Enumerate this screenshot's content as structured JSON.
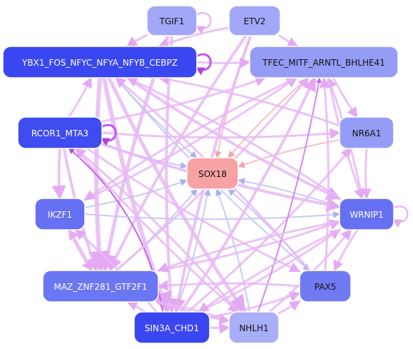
{
  "colors": {
    "edge_default": "#e8b8f5",
    "edge_blue": "#c3c8f5",
    "edge_salmon": "#f7bdbd",
    "edge_purple": "#c258ec",
    "edge_magenta": "#d07ff0",
    "label_light": "#ffffff",
    "label_dark": "#111111"
  },
  "network": {
    "nodes": [
      {
        "id": "TGIF1",
        "label": "TGIF1",
        "fill": "#a2a8f7",
        "text": "dark"
      },
      {
        "id": "ETV2",
        "label": "ETV2",
        "fill": "#a2a8f7",
        "text": "dark"
      },
      {
        "id": "YBX1",
        "label": "YBX1_FOS_NFYC_NFYA_NFYB_CEBPZ",
        "fill": "#3a47f0",
        "text": "light"
      },
      {
        "id": "TFEC",
        "label": "TFEC_MITF_ARNTL_BHLHE41",
        "fill": "#959cf6",
        "text": "dark"
      },
      {
        "id": "RCOR1",
        "label": "RCOR1_MTA3",
        "fill": "#3f4cf0",
        "text": "light"
      },
      {
        "id": "NR6A1",
        "label": "NR6A1",
        "fill": "#959cf6",
        "text": "dark"
      },
      {
        "id": "SOX18",
        "label": "SOX18",
        "fill": "#f7a3a3",
        "text": "dark"
      },
      {
        "id": "IKZF1",
        "label": "IKZF1",
        "fill": "#6570f3",
        "text": "light"
      },
      {
        "id": "WRNIP1",
        "label": "WRNIP1",
        "fill": "#6570f3",
        "text": "light"
      },
      {
        "id": "MAZ",
        "label": "MAZ_ZNF281_GTF2F1",
        "fill": "#6b76f3",
        "text": "light"
      },
      {
        "id": "PAX5",
        "label": "PAX5",
        "fill": "#6f7af3",
        "text": "dark"
      },
      {
        "id": "SIN3A",
        "label": "SIN3A_CHD1",
        "fill": "#3a47f0",
        "text": "light"
      },
      {
        "id": "NHLH1",
        "label": "NHLH1",
        "fill": "#a8aef7",
        "text": "dark"
      }
    ],
    "edges": [
      {
        "from": "ETV2",
        "to": "SOX18",
        "color": "salmon",
        "w": 2
      },
      {
        "from": "TFEC",
        "to": "SOX18",
        "color": "salmon",
        "w": 2
      },
      {
        "from": "NR6A1",
        "to": "SOX18",
        "color": "salmon",
        "w": 2
      },
      {
        "from": "YBX1",
        "to": "SOX18",
        "color": "blue",
        "w": 2
      },
      {
        "from": "RCOR1",
        "to": "SOX18",
        "color": "blue",
        "w": 2
      },
      {
        "from": "IKZF1",
        "to": "SOX18",
        "color": "blue",
        "w": 2
      },
      {
        "from": "WRNIP1",
        "to": "SOX18",
        "color": "blue",
        "w": 2
      },
      {
        "from": "PAX5",
        "to": "SOX18",
        "color": "blue",
        "w": 2
      },
      {
        "from": "SIN3A",
        "to": "SOX18",
        "color": "blue",
        "w": 2
      },
      {
        "from": "NHLH1",
        "to": "SOX18",
        "color": "blue",
        "w": 2
      },
      {
        "from": "MAZ",
        "to": "SOX18",
        "color": "blue",
        "w": 2
      },
      {
        "from": "TGIF1",
        "to": "MAZ",
        "color": "default",
        "w": 5
      },
      {
        "from": "TGIF1",
        "to": "SIN3A",
        "color": "default",
        "w": 4
      },
      {
        "from": "TGIF1",
        "to": "YBX1",
        "color": "default",
        "w": 3
      },
      {
        "from": "ETV2",
        "to": "YBX1",
        "color": "default",
        "w": 3
      },
      {
        "from": "ETV2",
        "to": "MAZ",
        "color": "default",
        "w": 4
      },
      {
        "from": "ETV2",
        "to": "SIN3A",
        "color": "default",
        "w": 4
      },
      {
        "from": "ETV2",
        "to": "TFEC",
        "color": "default",
        "w": 3
      },
      {
        "from": "YBX1",
        "to": "TFEC",
        "color": "default",
        "w": 3
      },
      {
        "from": "YBX1",
        "to": "MAZ",
        "color": "default",
        "w": 6
      },
      {
        "from": "YBX1",
        "to": "SIN3A",
        "color": "default",
        "w": 6
      },
      {
        "from": "YBX1",
        "to": "NHLH1",
        "color": "default",
        "w": 5
      },
      {
        "from": "YBX1",
        "to": "PAX5",
        "color": "blue",
        "w": 2
      },
      {
        "from": "YBX1",
        "to": "WRNIP1",
        "color": "default",
        "w": 4
      },
      {
        "from": "RCOR1",
        "to": "YBX1",
        "color": "default",
        "w": 3
      },
      {
        "from": "RCOR1",
        "to": "IKZF1",
        "color": "default",
        "w": 4
      },
      {
        "from": "RCOR1",
        "to": "MAZ",
        "color": "default",
        "w": 4
      },
      {
        "from": "RCOR1",
        "to": "NR6A1",
        "color": "default",
        "w": 3
      },
      {
        "from": "RCOR1",
        "to": "TFEC",
        "color": "default",
        "w": 3
      },
      {
        "from": "RCOR1",
        "to": "WRNIP1",
        "color": "default",
        "w": 4
      },
      {
        "from": "RCOR1",
        "to": "PAX5",
        "color": "default",
        "w": 3
      },
      {
        "from": "RCOR1",
        "to": "NHLH1",
        "color": "default",
        "w": 3
      },
      {
        "from": "SIN3A",
        "to": "RCOR1",
        "color": "purple",
        "w": 2
      },
      {
        "from": "IKZF1",
        "to": "TFEC",
        "color": "default",
        "w": 3
      },
      {
        "from": "IKZF1",
        "to": "WRNIP1",
        "color": "blue",
        "w": 2
      },
      {
        "from": "MAZ",
        "to": "TFEC",
        "color": "default",
        "w": 3
      },
      {
        "from": "MAZ",
        "to": "WRNIP1",
        "color": "default",
        "w": 3
      },
      {
        "from": "MAZ",
        "to": "IKZF1",
        "color": "default",
        "w": 3
      },
      {
        "from": "SIN3A",
        "to": "TFEC",
        "color": "default",
        "w": 4
      },
      {
        "from": "SIN3A",
        "to": "NR6A1",
        "color": "default",
        "w": 3
      },
      {
        "from": "SIN3A",
        "to": "WRNIP1",
        "color": "default",
        "w": 3
      },
      {
        "from": "SIN3A",
        "to": "PAX5",
        "color": "default",
        "w": 3
      },
      {
        "from": "SIN3A",
        "to": "NHLH1",
        "color": "default",
        "w": 3
      },
      {
        "from": "SIN3A",
        "to": "MAZ",
        "color": "default",
        "w": 3
      },
      {
        "from": "SIN3A",
        "to": "IKZF1",
        "color": "default",
        "w": 3
      },
      {
        "from": "NHLH1",
        "to": "TFEC",
        "color": "magenta",
        "w": 2
      },
      {
        "from": "NHLH1",
        "to": "WRNIP1",
        "color": "default",
        "w": 3
      },
      {
        "from": "NHLH1",
        "to": "PAX5",
        "color": "default",
        "w": 3
      },
      {
        "from": "NHLH1",
        "to": "MAZ",
        "color": "default",
        "w": 3
      },
      {
        "from": "NHLH1",
        "to": "RCOR1",
        "color": "default",
        "w": 3
      },
      {
        "from": "PAX5",
        "to": "TFEC",
        "color": "default",
        "w": 3
      },
      {
        "from": "PAX5",
        "to": "MAZ",
        "color": "default",
        "w": 3
      },
      {
        "from": "PAX5",
        "to": "YBX1",
        "color": "default",
        "w": 3
      },
      {
        "from": "WRNIP1",
        "to": "YBX1",
        "color": "default",
        "w": 3
      },
      {
        "from": "WRNIP1",
        "to": "TFEC",
        "color": "default",
        "w": 3
      },
      {
        "from": "WRNIP1",
        "to": "MAZ",
        "color": "default",
        "w": 3
      },
      {
        "from": "WRNIP1",
        "to": "PAX5",
        "color": "default",
        "w": 3
      },
      {
        "from": "WRNIP1",
        "to": "SIN3A",
        "color": "default",
        "w": 3
      },
      {
        "from": "NR6A1",
        "to": "YBX1",
        "color": "default",
        "w": 3
      },
      {
        "from": "NR6A1",
        "to": "WRNIP1",
        "color": "default",
        "w": 3
      },
      {
        "from": "TFEC",
        "to": "NR6A1",
        "color": "default",
        "w": 3
      },
      {
        "from": "TFEC",
        "to": "WRNIP1",
        "color": "default",
        "w": 3
      },
      {
        "from": "TFEC",
        "to": "IKZF1",
        "color": "default",
        "w": 3
      },
      {
        "from": "IKZF1",
        "to": "MAZ",
        "color": "default",
        "w": 3
      },
      {
        "from": "MAZ",
        "to": "NHLH1",
        "color": "default",
        "w": 3
      }
    ],
    "self_loops": [
      "TGIF1",
      "YBX1",
      "RCOR1",
      "WRNIP1"
    ]
  }
}
